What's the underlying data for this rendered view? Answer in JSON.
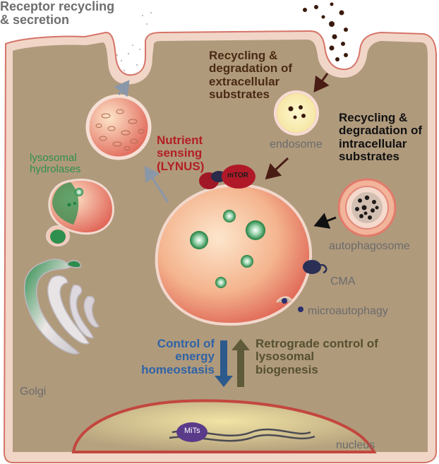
{
  "labels": {
    "receptor": [
      "Receptor recycling",
      "& secretion"
    ],
    "extracellular": [
      "Recycling &",
      "degradation of",
      "extracellular",
      "substrates"
    ],
    "intracellular": [
      "Recycling &",
      "degradation of",
      "intracellular",
      "substrates"
    ],
    "endosome": "endosome",
    "nutrient": [
      "Nutrient",
      "sensing",
      "(LYNUS)"
    ],
    "mtor": "mTOR",
    "hydrolases": [
      "lysosomal",
      "hydrolases"
    ],
    "autophagosome": "autophagosome",
    "cma": "CMA",
    "microautophagy": "microautophagy",
    "golgi": "Golgi",
    "energy": [
      "Control of",
      "energy",
      "homeostasis"
    ],
    "retrograde": [
      "Retrograde control of",
      "lysosomal",
      "biogenesis"
    ],
    "mits": "MiTs",
    "nucleus": "nucleus"
  },
  "colors": {
    "cytoplasm": "#b09a7c",
    "membrane_fill": "#f3dccf",
    "membrane_line": "#c95a55",
    "lysosome_core": "#f6c3a2",
    "lysosome_edge": "#df6a5a",
    "hydrolase_green": "#2f8f4e",
    "text_brown": "#4a2a14",
    "text_red": "#b32024",
    "text_blue": "#2f63a6",
    "text_olive": "#555030",
    "text_gray": "#666666",
    "arrow_blue": "#2c5a8c",
    "arrow_olive": "#5e5a3a",
    "mits_purple": "#5a3b8a",
    "mtor_red": "#9e1b26"
  },
  "icons": [
    "up-arrow-icon",
    "down-arrow-icon",
    "pointer-arrow-icon"
  ]
}
